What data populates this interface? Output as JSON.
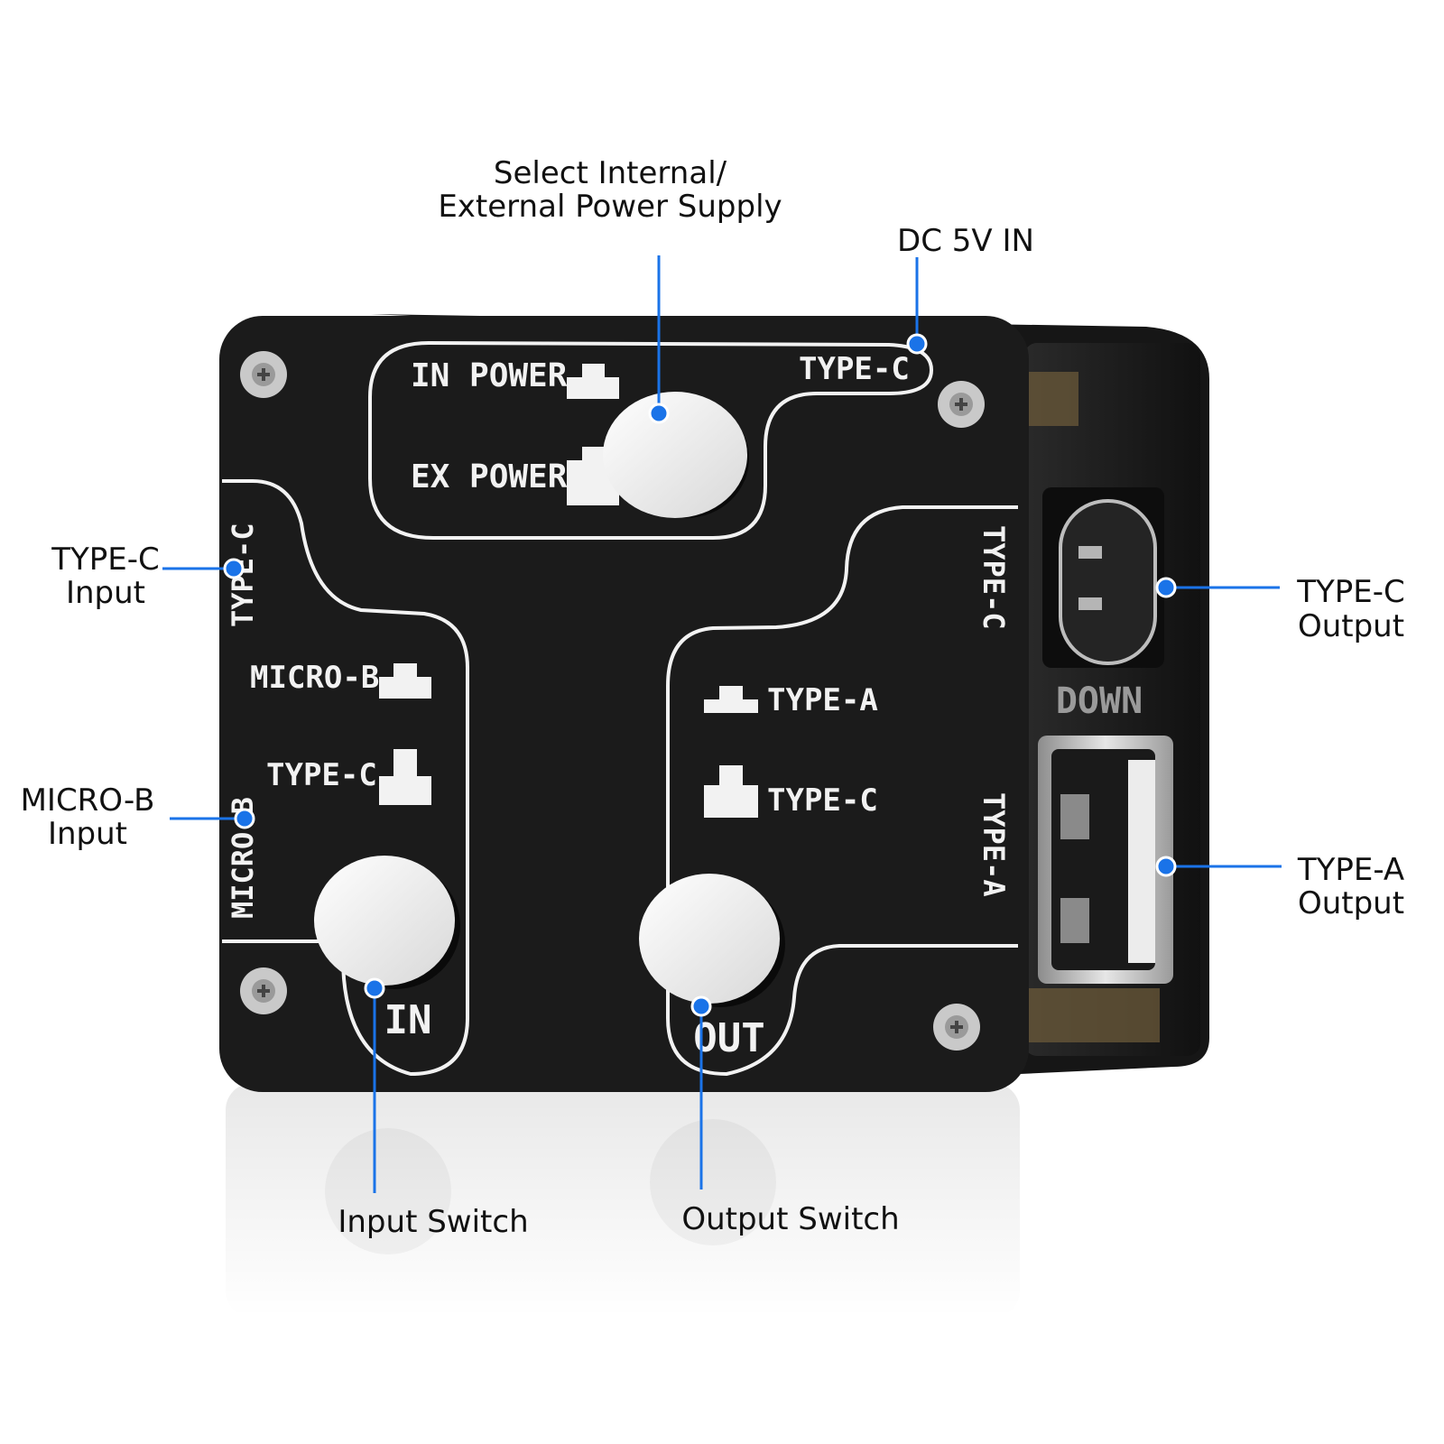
{
  "callouts": {
    "power_select_line1": "Select Internal/",
    "power_select_line2": "External Power Supply",
    "dc_in": "DC 5V IN",
    "typec_input_line1": "TYPE-C",
    "typec_input_line2": "Input",
    "microb_input_line1": "MICRO-B",
    "microb_input_line2": "Input",
    "typec_output_line1": "TYPE-C",
    "typec_output_line2": "Output",
    "typea_output_line1": "TYPE-A",
    "typea_output_line2": "Output",
    "input_switch": "Input Switch",
    "output_switch": "Output Switch"
  },
  "board": {
    "in_power": "IN POWER",
    "ex_power": "EX POWER",
    "typec_top": "TYPE-C",
    "typec_left": "TYPE-C",
    "micro_b_option": "MICRO-B",
    "typec_option_left": "TYPE-C",
    "micro_b_side": "MICRO-B",
    "in_label": "IN",
    "typec_right": "TYPE-C",
    "typea_option": "TYPE-A",
    "typec_option_right": "TYPE-C",
    "typea_right": "TYPE-A",
    "out_label": "OUT",
    "down_label": "DOWN"
  },
  "colors": {
    "accent": "#1a73e8",
    "board": "#1b1b1b",
    "silkscreen": "#f2f2f2"
  }
}
